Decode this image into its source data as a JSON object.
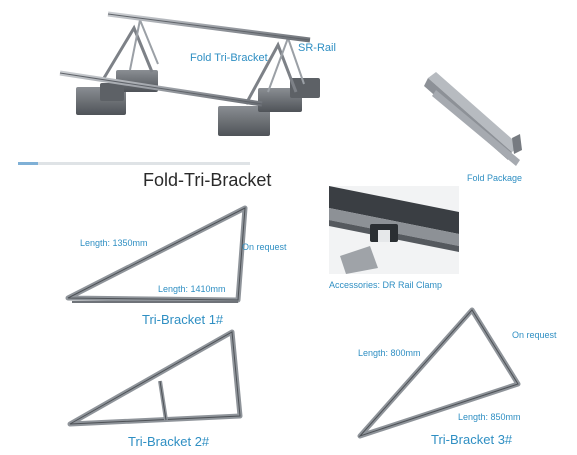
{
  "header": {
    "title": "Fold-Tri-Bracket"
  },
  "scene": {
    "label_bracket": "Fold Tri-Bracket",
    "label_rail": "SR-Rail"
  },
  "package": {
    "label": "Fold Package"
  },
  "accessory": {
    "label": "Accessories: DR Rail Clamp"
  },
  "bracket1": {
    "length_a": "Length: 1350mm",
    "length_b": "Length: 1410mm",
    "note": "On request",
    "name": "Tri-Bracket 1#"
  },
  "bracket2": {
    "name": "Tri-Bracket 2#"
  },
  "bracket3": {
    "length_a": "Length: 800mm",
    "length_b": "Length: 850mm",
    "note": "On request",
    "name": "Tri-Bracket 3#"
  },
  "colors": {
    "accent": "#2f8fc3",
    "steel": "#8f949a",
    "steel_dark": "#555a60",
    "ballast": "#6b6f74"
  }
}
